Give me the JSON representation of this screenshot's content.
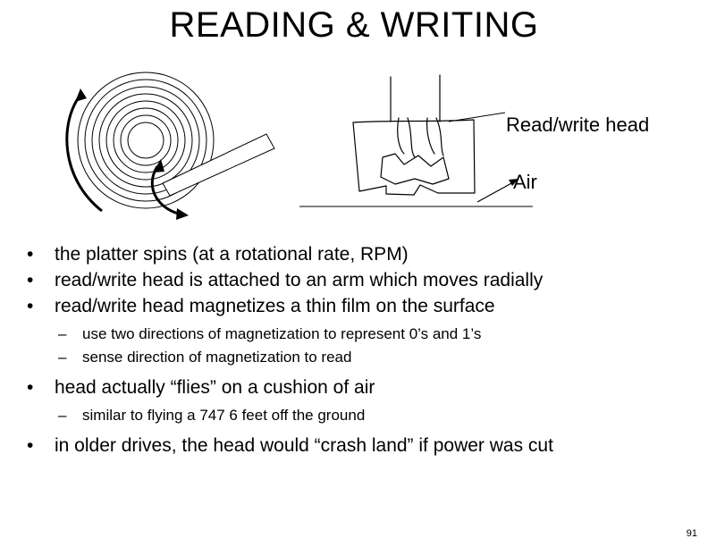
{
  "slide": {
    "title": "READING & WRITING",
    "page_number": "91"
  },
  "diagram": {
    "labels": {
      "head": "Read/write head",
      "air": "Air"
    },
    "icons": [
      "platter-rings",
      "rotation-arrow",
      "actuator-arm",
      "read-write-head",
      "disk-surface-line"
    ]
  },
  "bullets": [
    {
      "text": "the platter spins (at a rotational rate, RPM)",
      "subs": []
    },
    {
      "text": "read/write head is attached to an arm which moves radially",
      "subs": []
    },
    {
      "text": "read/write head magnetizes a thin film on the surface",
      "subs": [
        "use two directions of magnetization to represent 0’s and 1’s",
        "sense direction of magnetization to read"
      ]
    },
    {
      "text": "head actually “flies” on a cushion of air",
      "subs": [
        "similar to flying a 747 6 feet off the ground"
      ]
    },
    {
      "text": "in older drives, the head would “crash land” if power was cut",
      "subs": []
    }
  ],
  "glyphs": {
    "bullet": "•",
    "dash": "–"
  }
}
